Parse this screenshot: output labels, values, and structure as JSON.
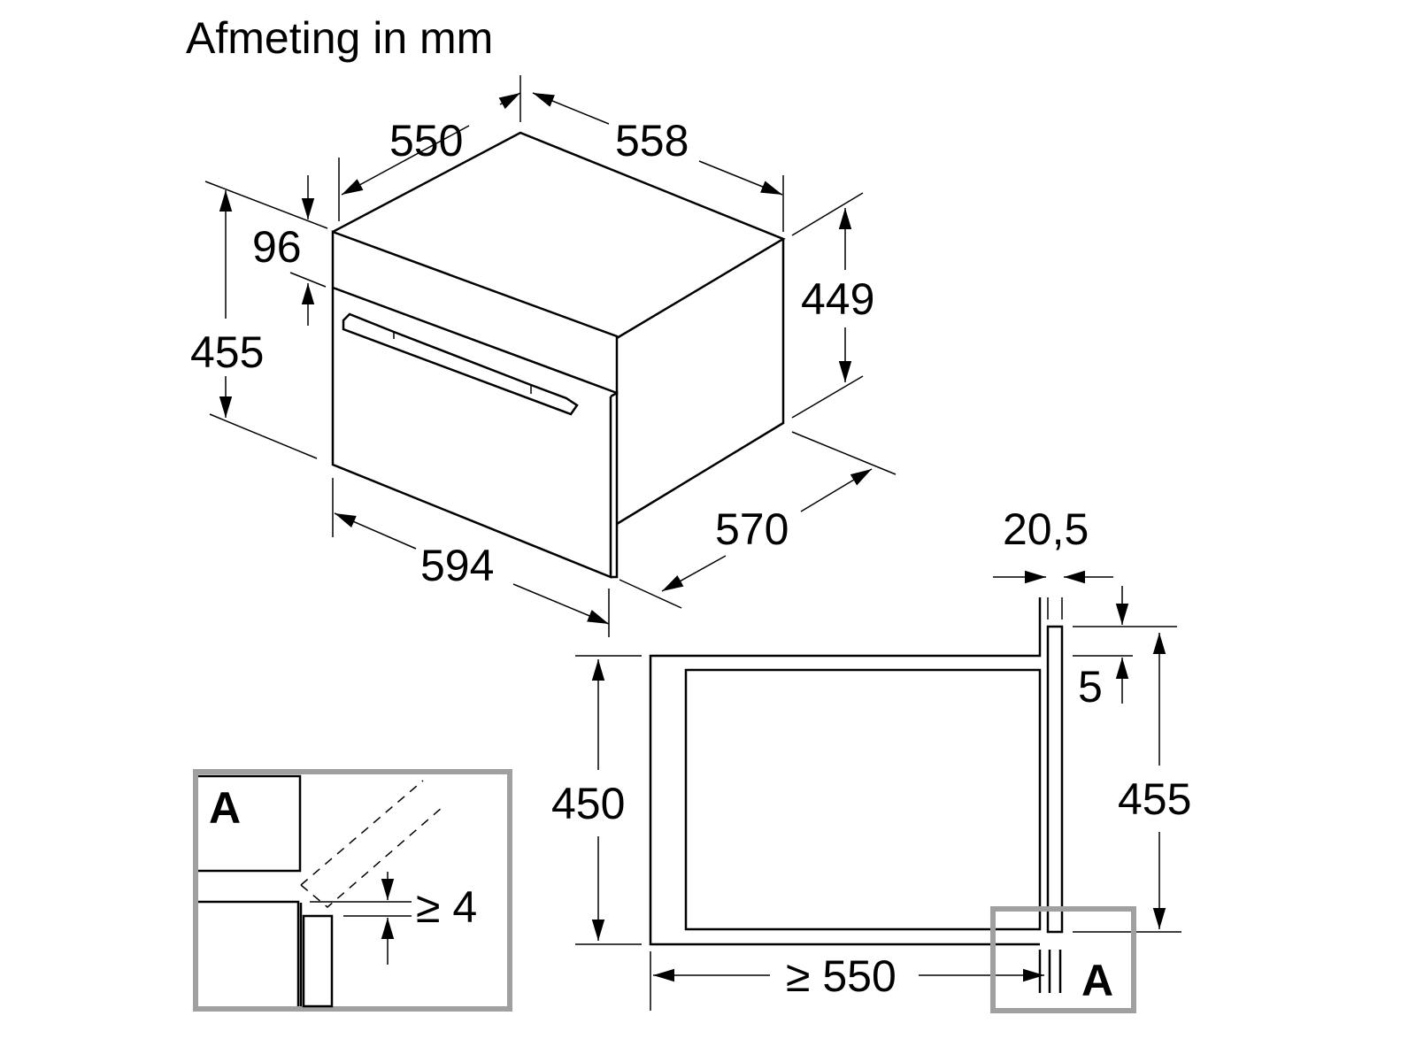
{
  "title": "Afmeting in mm",
  "dimensions": {
    "depth_top": "550",
    "width_top": "558",
    "panel_height": "96",
    "front_height": "455",
    "body_height": "449",
    "body_depth": "570",
    "front_width": "594",
    "panel_thickness": "20,5",
    "gap_top": "5",
    "niche_height": "450",
    "section_height": "455",
    "niche_depth": "≥ 550",
    "detail_gap": "≥ 4"
  },
  "detail_label": "A",
  "detail_ref_label": "A",
  "colors": {
    "line": "#000000",
    "detail_frame": "#a0a0a0"
  }
}
